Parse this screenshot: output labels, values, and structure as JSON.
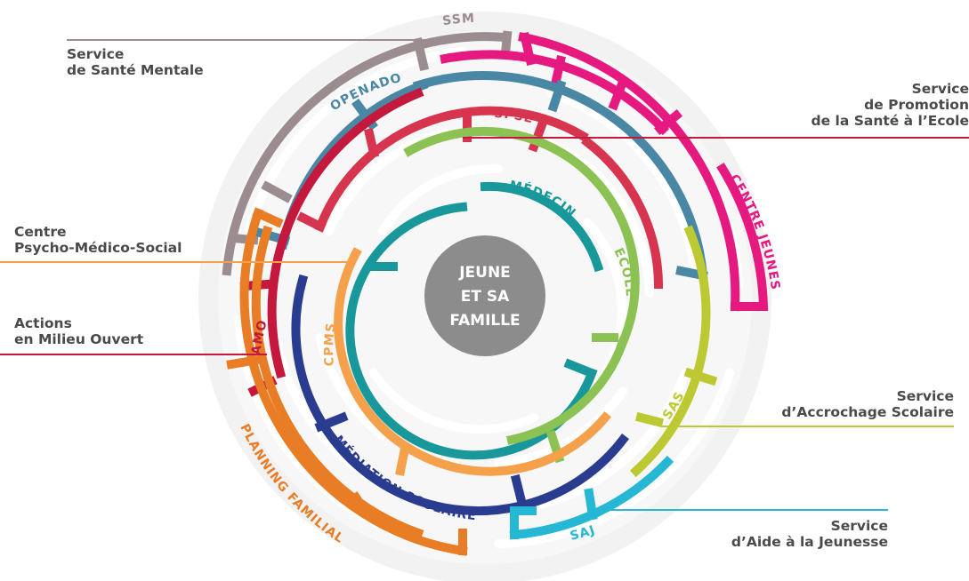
{
  "center": {
    "lines": [
      "JEUNE",
      "ET SA",
      "FAMILLE"
    ],
    "color": "#8c8c8c"
  },
  "ring_labels": {
    "ssm": {
      "text": "SSM",
      "color": "#9b8c8f"
    },
    "openado": {
      "text": "OPENADO",
      "color": "#4a87a4"
    },
    "spse": {
      "text": "SPSE",
      "color": "#d7354f"
    },
    "medecin": {
      "text": "MÉDECIN",
      "color": "#18989a"
    },
    "ecole": {
      "text": "ECOLE",
      "color": "#8cc153"
    },
    "centre_jeunes": {
      "text": "CENTRE JEUNES",
      "color": "#e5197f"
    },
    "cpms": {
      "text": "CPMS",
      "color": "#f5a04a"
    },
    "amo": {
      "text": "AMO",
      "color": "#c4183d"
    },
    "sas": {
      "text": "SAS",
      "color": "#bcc932"
    },
    "saj": {
      "text": "SAJ",
      "color": "#25b7d3"
    },
    "mediation": {
      "text": "MÉDIATION SCOLAIRE",
      "color": "#2a3c8f"
    },
    "planning": {
      "text": "PLANNING FAMILIAL",
      "color": "#e87d26"
    }
  },
  "callouts": {
    "ssm": {
      "lines": [
        "Service",
        "de Santé Mentale"
      ],
      "color": "#9b8c8f"
    },
    "spse": {
      "lines": [
        "Service",
        "de Promotion",
        "de la Santé à l’Ecole"
      ],
      "color": "#c4183d"
    },
    "cpms": {
      "lines": [
        "Centre",
        "Psycho-Médico-Social"
      ],
      "color": "#f5a04a"
    },
    "amo": {
      "lines": [
        "Actions",
        "en Milieu Ouvert"
      ],
      "color": "#c4183d"
    },
    "sas": {
      "lines": [
        "Service",
        "d’Accrochage Scolaire"
      ],
      "color": "#bcc932"
    },
    "saj": {
      "lines": [
        "Service",
        "d’Aide à la Jeunesse"
      ],
      "color": "#25b7d3"
    }
  }
}
